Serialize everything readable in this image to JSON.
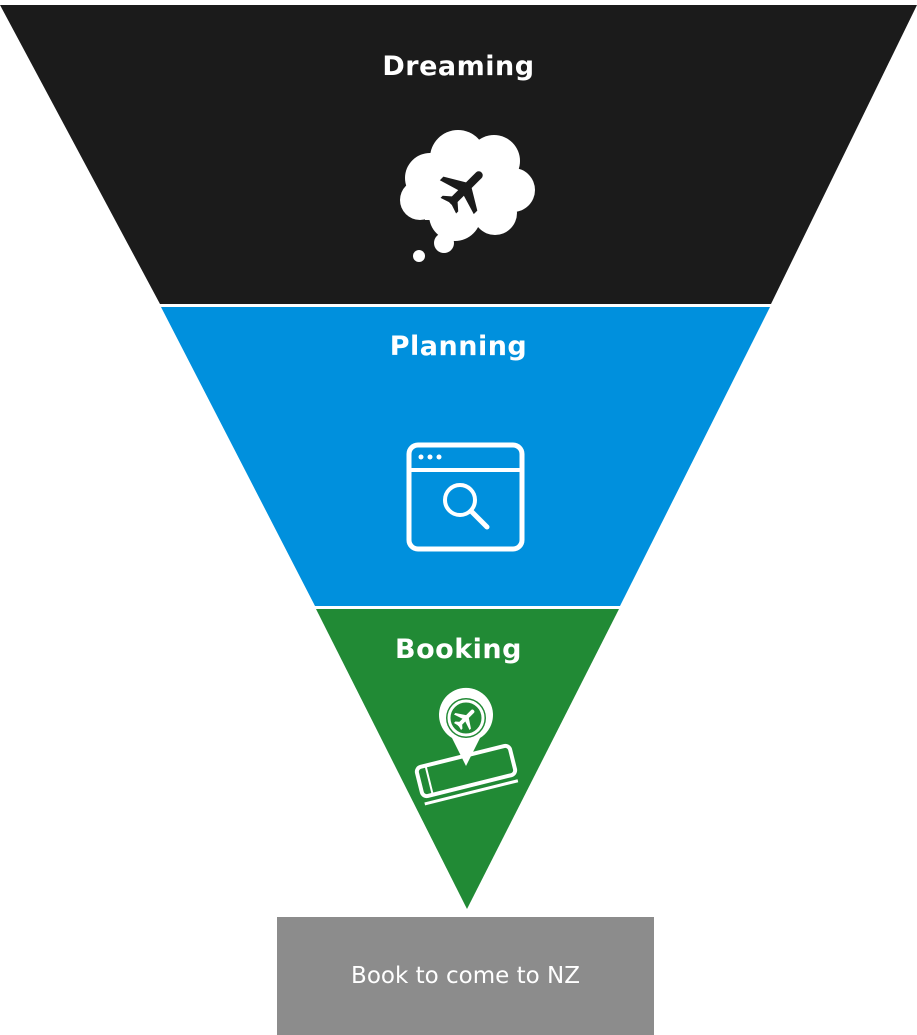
{
  "stages": [
    {
      "label": "Dreaming",
      "color": "#1b1b1b",
      "icon": "thought-cloud-airplane-icon"
    },
    {
      "label": "Planning",
      "color": "#0090dd",
      "icon": "browser-search-icon"
    },
    {
      "label": "Booking",
      "color": "#218a35",
      "icon": "phone-location-airplane-icon"
    }
  ],
  "outcome": {
    "label": "Book to come to NZ",
    "color": "#8c8c8c"
  }
}
